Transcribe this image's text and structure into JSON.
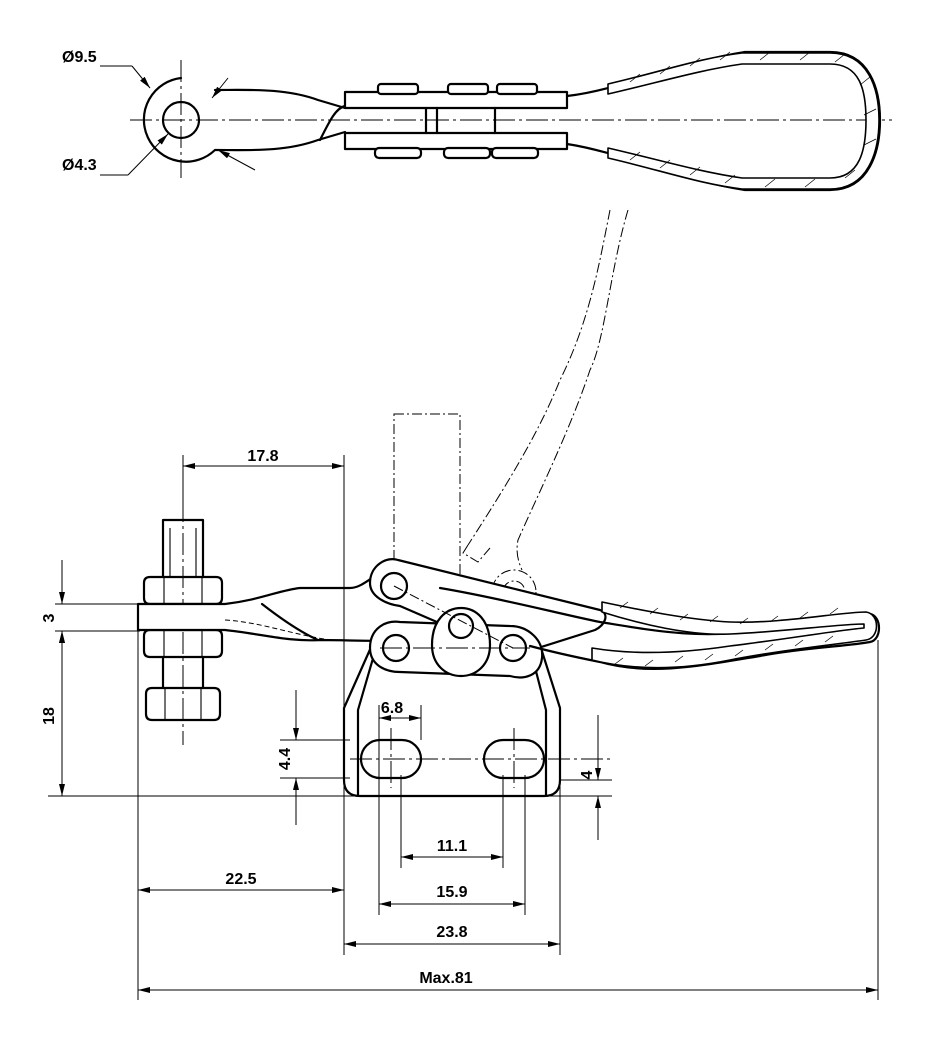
{
  "top_view": {
    "outer_dia_label": "Ø9.5",
    "hole_dia_label": "Ø4.3"
  },
  "dimensions": {
    "spindle_offset": "17.8",
    "arm_thickness": "3",
    "spindle_height": "18",
    "slot_length": "6.8",
    "slot_width": "4.4",
    "base_thickness": "4",
    "slot_pitch_inner": "11.1",
    "slot_pitch_outer": "15.9",
    "base_length": "23.8",
    "spindle_to_base": "22.5",
    "overall_length": "Max.81"
  }
}
